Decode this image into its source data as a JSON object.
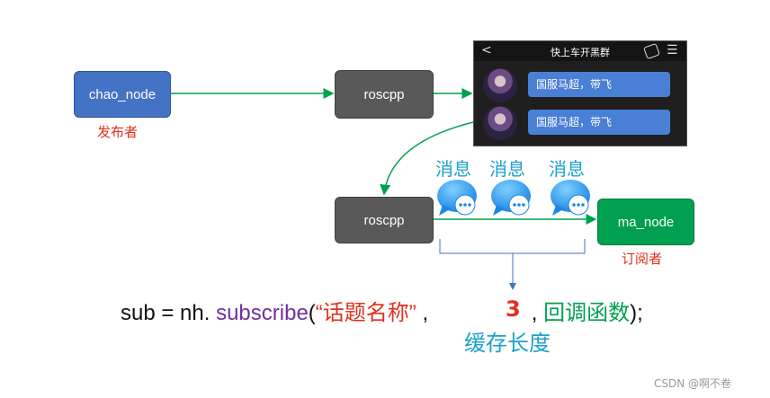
{
  "nodes": {
    "publisher": "chao_node",
    "publisher_role": "发布者",
    "broker_top": "roscpp",
    "broker_bottom": "roscpp",
    "subscriber": "ma_node",
    "subscriber_role": "订阅者"
  },
  "chat": {
    "back": "<",
    "title": "快上车开黑群",
    "menu": "☰",
    "messages": [
      "国服马超，带飞",
      "国服马超，带飞"
    ]
  },
  "queue": {
    "labels": [
      "消息",
      "消息",
      "消息"
    ]
  },
  "code": {
    "prefix": "sub = nh. ",
    "method": "subscribe",
    "open": "(",
    "topic": "“话题名称”",
    "comma1": " ,",
    "comma2": " , ",
    "callback": "回调函数",
    "close": ");",
    "buffer_value": "3",
    "buffer_label": "缓存长度"
  },
  "watermark": "CSDN @啊不卷",
  "colors": {
    "publisher": "#4472c4",
    "broker": "#595959",
    "subscriber": "#00a050",
    "arrow": "#00a050",
    "message": "#1ba1cc",
    "bracket": "#4472c4"
  }
}
